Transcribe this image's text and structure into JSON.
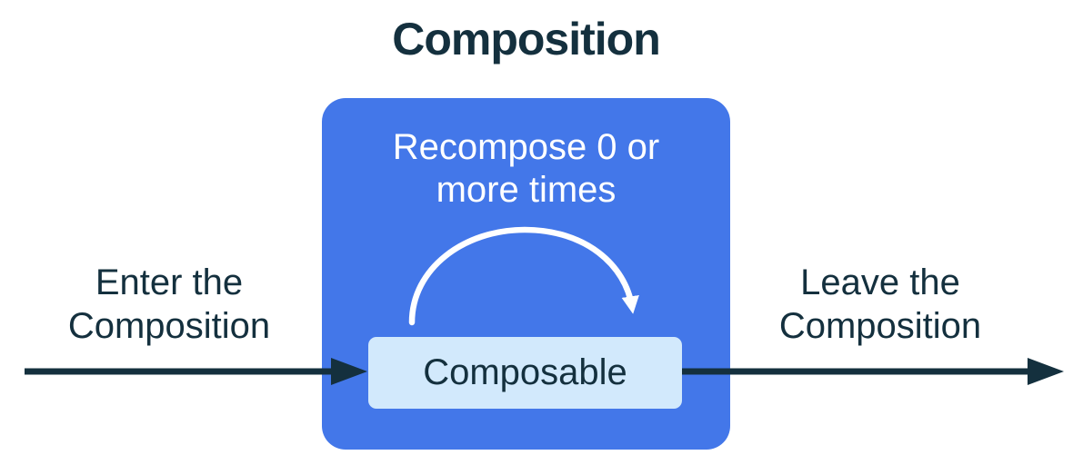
{
  "title": "Composition",
  "diagram": {
    "outer_box": {
      "recompose_line1": "Recompose 0 or",
      "recompose_line2": "more times"
    },
    "composable": "Composable",
    "enter": {
      "line1": "Enter the",
      "line2": "Composition"
    },
    "leave": {
      "line1": "Leave the",
      "line2": "Composition"
    }
  },
  "colors": {
    "ink": "#14303E",
    "box_blue": "#4377E9",
    "composable_bg": "#D2E9FC",
    "arc": "#FFFFFF",
    "canvas_bg": "#FFFFFF"
  }
}
